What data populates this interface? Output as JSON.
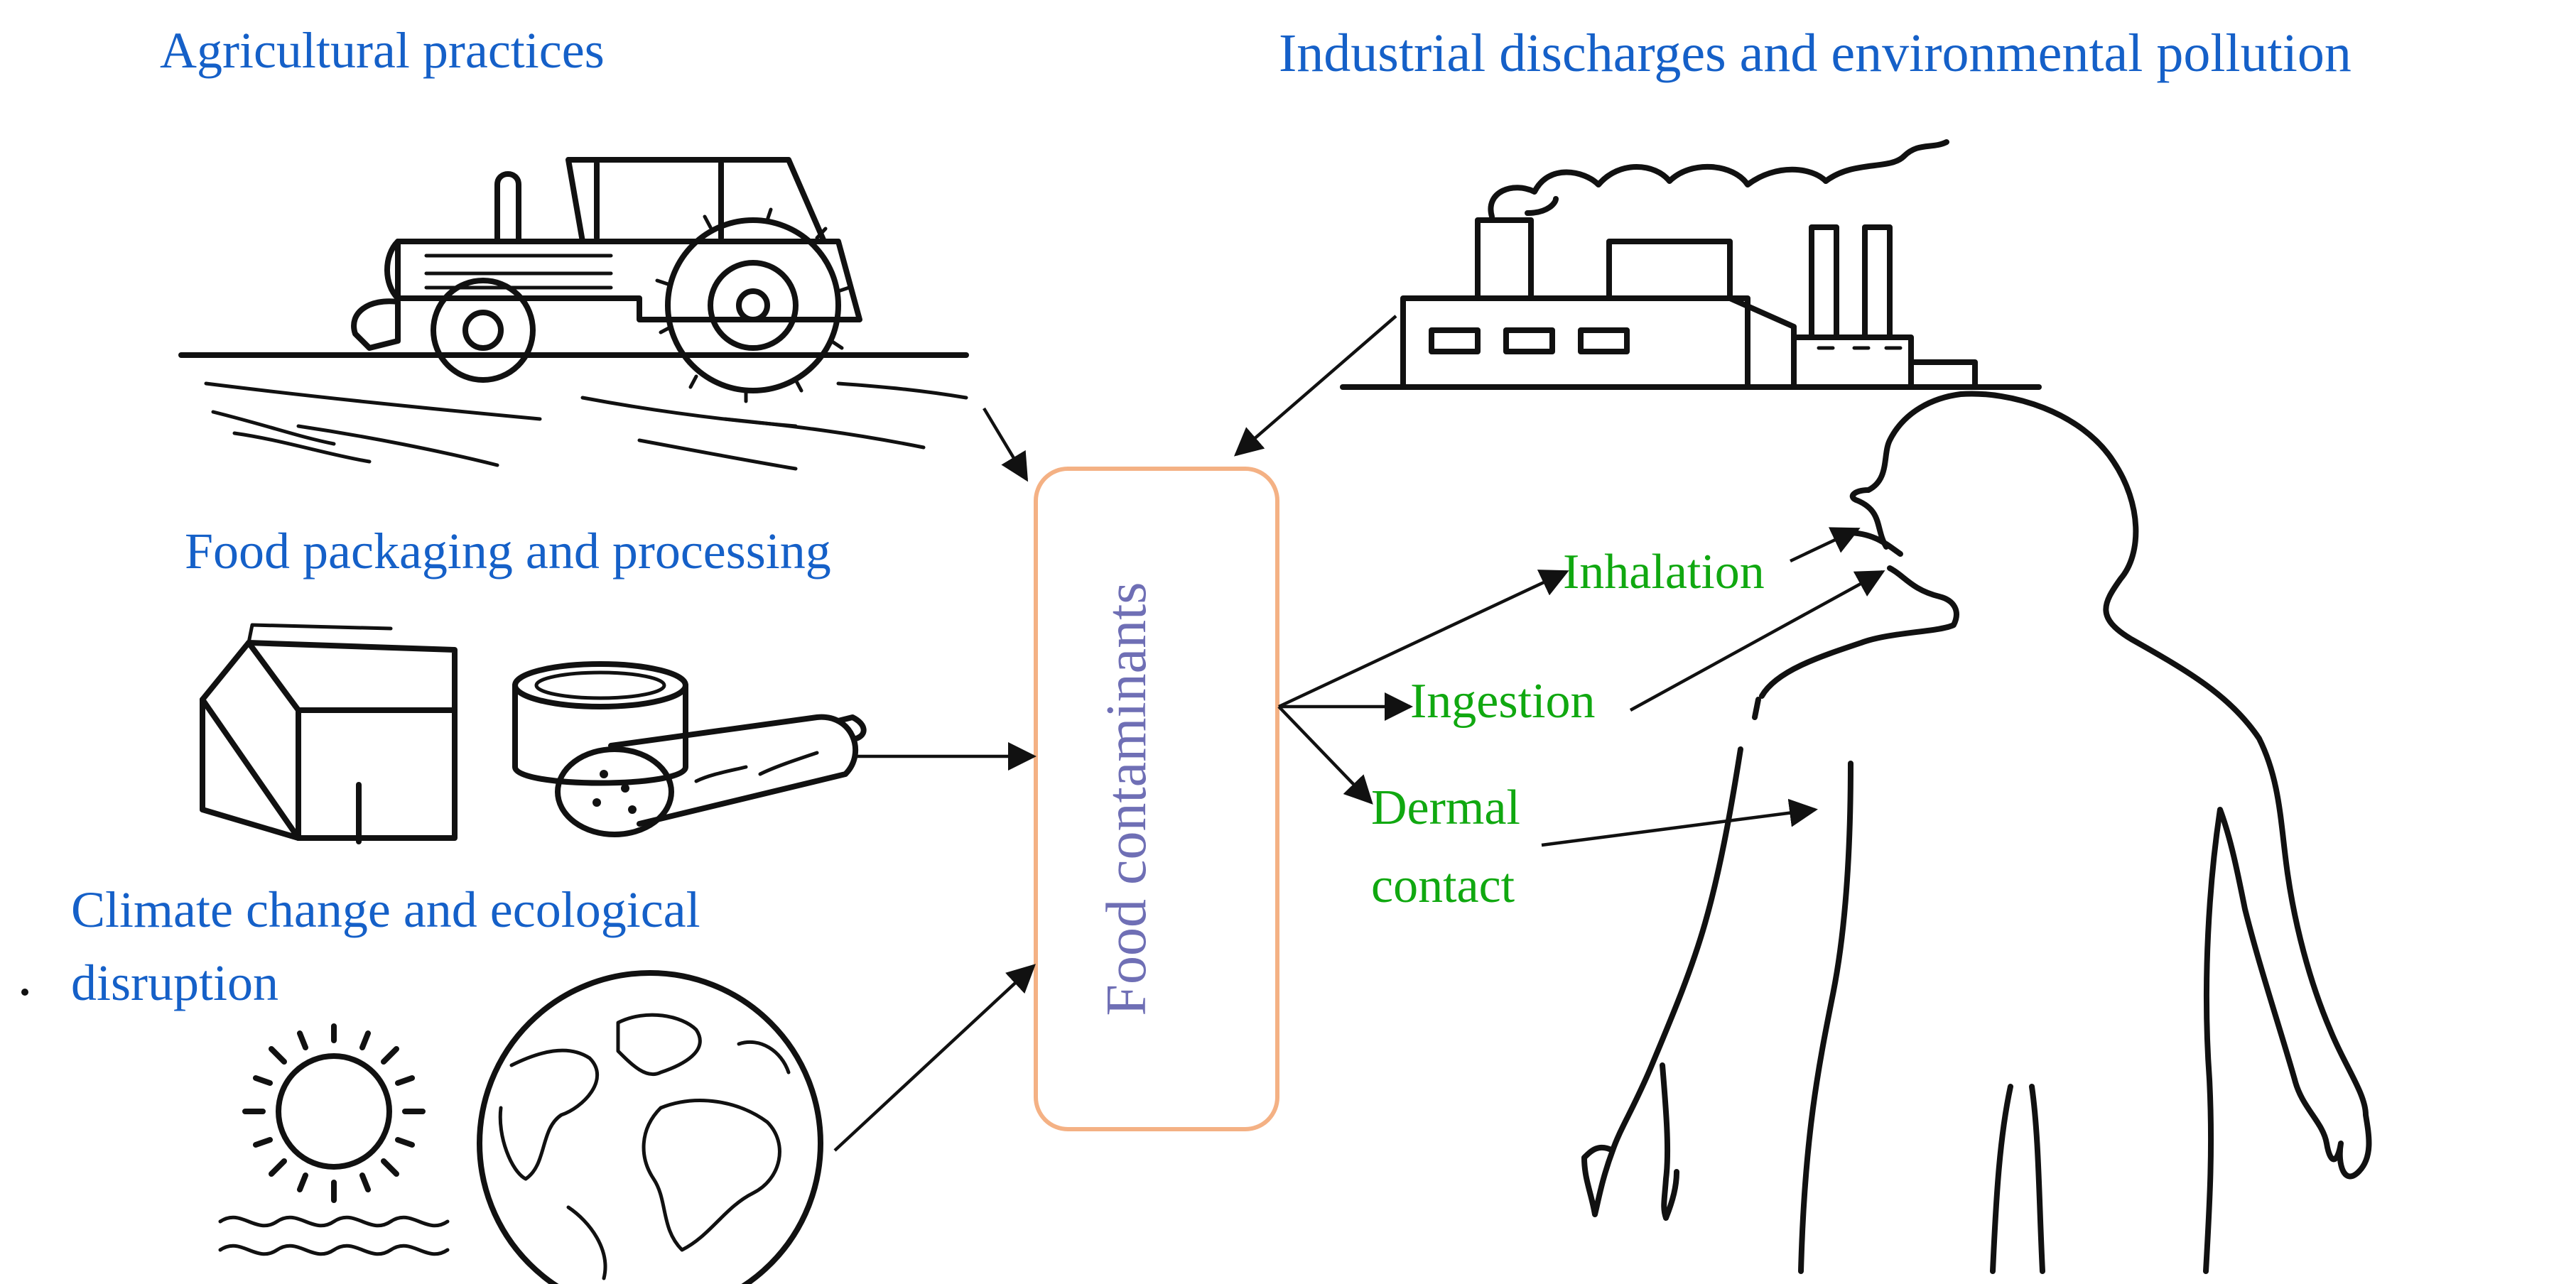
{
  "sources": {
    "agricultural": "Agricultural practices",
    "industrial": "Industrial discharges and environmental pollution",
    "packaging": "Food packaging and processing",
    "climate_line1": "Climate change and ecological",
    "climate_line2": "disruption"
  },
  "center": {
    "label": "Food contaminants"
  },
  "routes": {
    "inhalation": "Inhalation",
    "ingestion": "Ingestion",
    "dermal_line1": "Dermal",
    "dermal_line2": "contact"
  },
  "colors": {
    "source_text": "#1560c8",
    "route_text": "#10a810",
    "center_text": "#6f6fb5",
    "center_border": "#f4b184"
  },
  "icons": [
    "tractor-icon",
    "factory-icon",
    "food-packages-icon",
    "sun-icon",
    "globe-icon",
    "human-silhouette-icon"
  ]
}
